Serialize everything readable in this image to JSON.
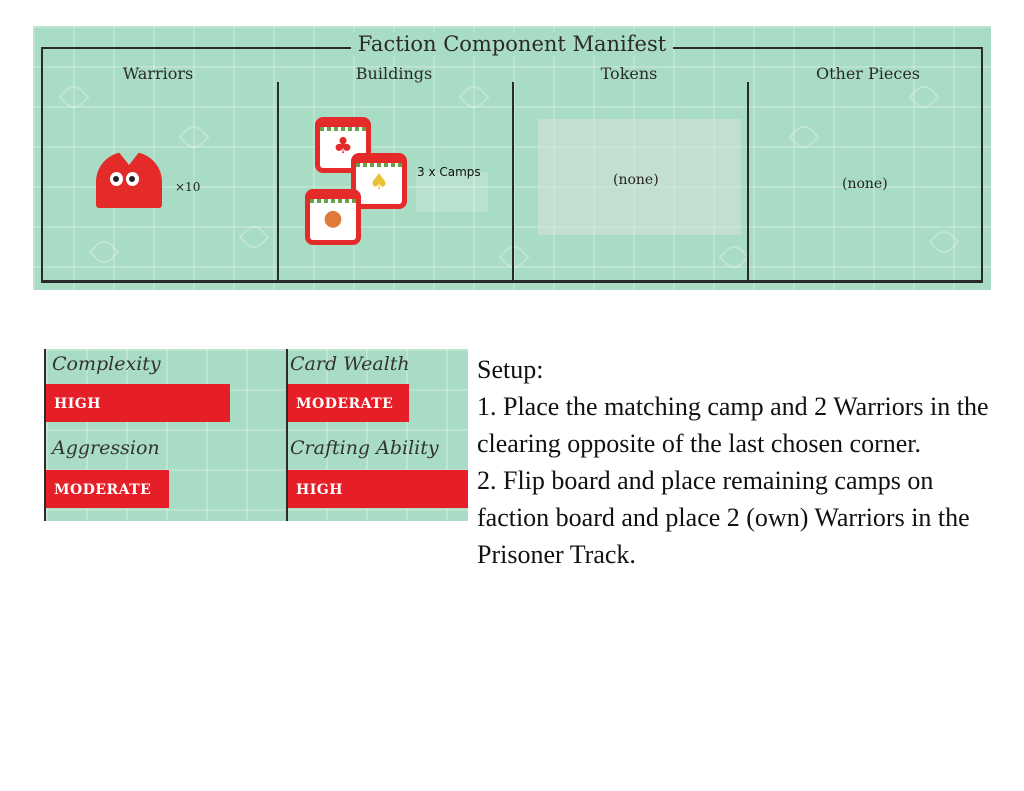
{
  "manifest": {
    "title": "Faction Component Manifest",
    "columns": {
      "warriors": "Warriors",
      "buildings": "Buildings",
      "tokens": "Tokens",
      "other": "Other Pieces"
    },
    "warriors_count": "×10",
    "buildings_label": "3 x Camps",
    "tokens_value": "(none)",
    "other_value": "(none)",
    "colors": {
      "board": "#a9dcc4",
      "faction_red": "#e52a2a"
    },
    "camp_icons": [
      "fox-icon",
      "rabbit-icon",
      "mouse-icon"
    ]
  },
  "stats": {
    "complexity": {
      "label": "Complexity",
      "value": "HIGH"
    },
    "card_wealth": {
      "label": "Card Wealth",
      "value": "MODERATE"
    },
    "aggression": {
      "label": "Aggression",
      "value": "MODERATE"
    },
    "crafting": {
      "label": "Crafting Ability",
      "value": "HIGH"
    },
    "bar_color": "#e61e27"
  },
  "setup": {
    "heading": "Setup:",
    "step1": "1. Place the matching camp and 2 Warriors in the clearing opposite of the last chosen corner.",
    "step2": "2. Flip board and place remaining camps on faction board and place 2 (own) Warriors in the Prisoner Track."
  }
}
